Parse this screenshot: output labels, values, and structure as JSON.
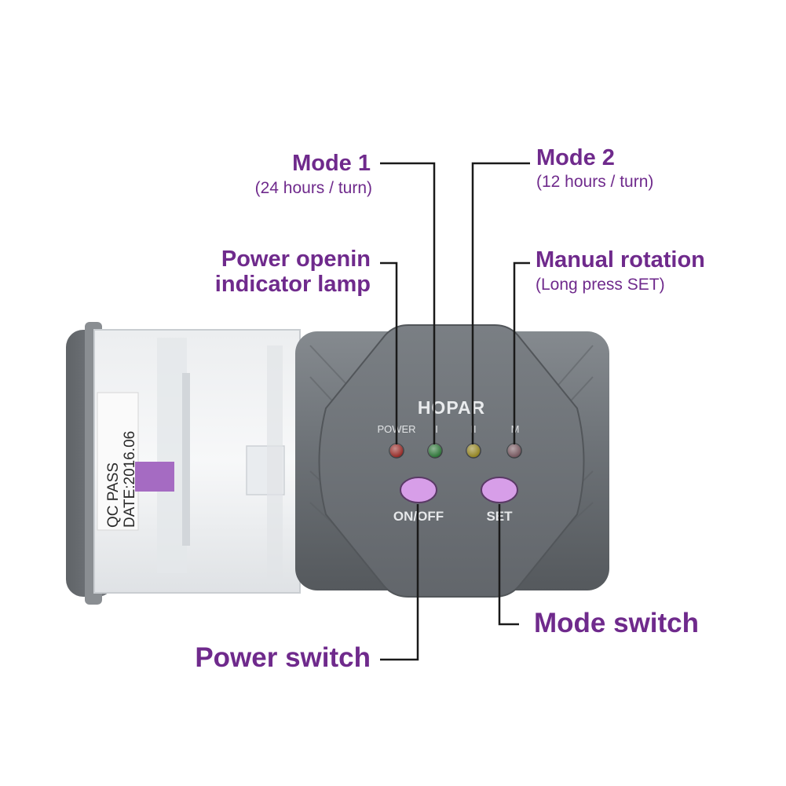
{
  "callouts": {
    "mode1": {
      "title": "Mode 1",
      "sub": "(24 hours / turn)"
    },
    "mode2": {
      "title": "Mode 2",
      "sub": "(12 hours / turn)"
    },
    "power_lamp": {
      "line1": "Power openin",
      "line2": "indicator lamp"
    },
    "manual": {
      "title": "Manual rotation",
      "sub": "(Long press SET)"
    },
    "mode_switch": {
      "title": "Mode switch"
    },
    "power_switch": {
      "title": "Power switch"
    }
  },
  "device": {
    "brand": "HOPAR",
    "led_labels": [
      "POWER",
      "I",
      "II",
      "M"
    ],
    "led_colors": [
      "#8e1c18",
      "#1f6b2a",
      "#8a7a12",
      "#6b4a52"
    ],
    "button_labels": [
      "ON/OFF",
      "SET"
    ],
    "button_color": "#d79ee8",
    "sticker_line1": "QC PASS",
    "sticker_line2": "DATE:2016.06"
  },
  "colors": {
    "accent": "#6f2a8c",
    "body": "#6e7378",
    "line": "#1a1a1a"
  }
}
